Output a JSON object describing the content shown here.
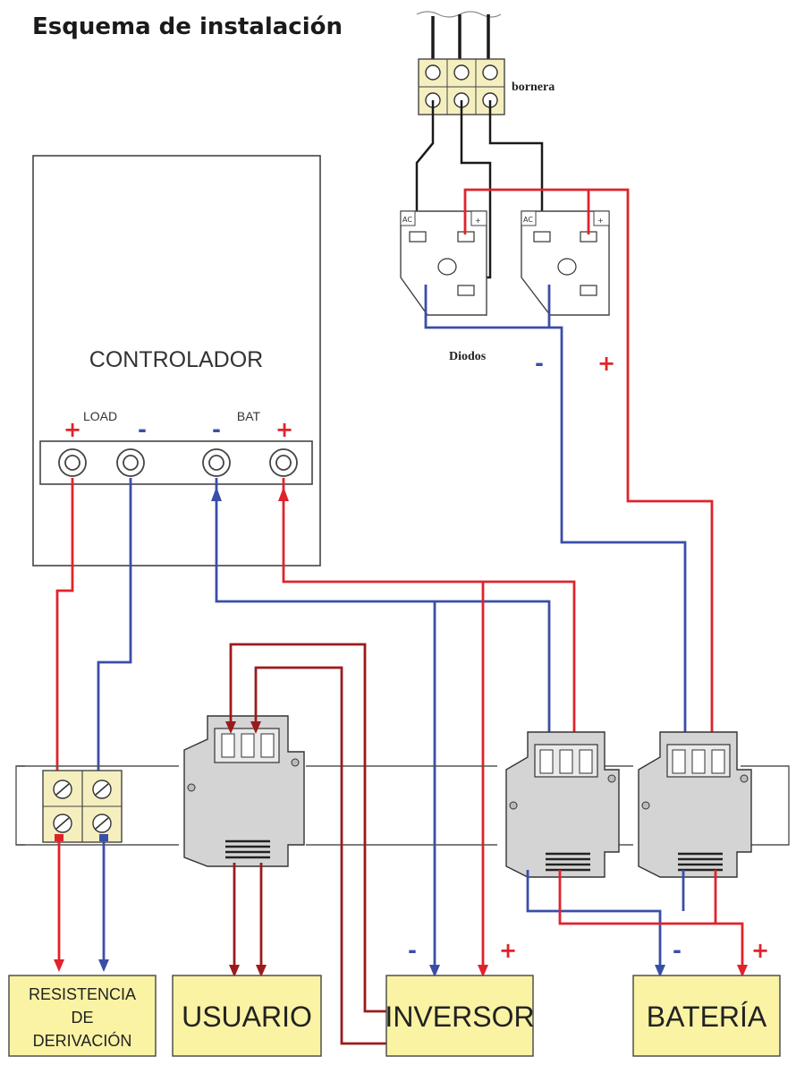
{
  "title": "Esquema de instalación",
  "labels": {
    "controlador": "CONTROLADOR",
    "load": "LOAD",
    "bat": "BAT",
    "bornera": "bornera",
    "diodos": "Diodos",
    "ac": "AC",
    "plus": "+",
    "minus": "-"
  },
  "boxes": {
    "resistencia_line1": "RESISTENCIA",
    "resistencia_line2": "DE",
    "resistencia_line3": "DERIVACIÓN",
    "usuario": "USUARIO",
    "inversor": "INVERSOR",
    "bateria": "BATERÍA"
  },
  "colors": {
    "positive_wire": "#e0232b",
    "negative_wire": "#3a4ea8",
    "user_wire": "#9b1b1b",
    "ac_wire": "#1a1a1a",
    "box_fill": "#faf3a4",
    "terminal_fill": "#f5efc0",
    "breaker_fill": "#d4d4d4"
  }
}
